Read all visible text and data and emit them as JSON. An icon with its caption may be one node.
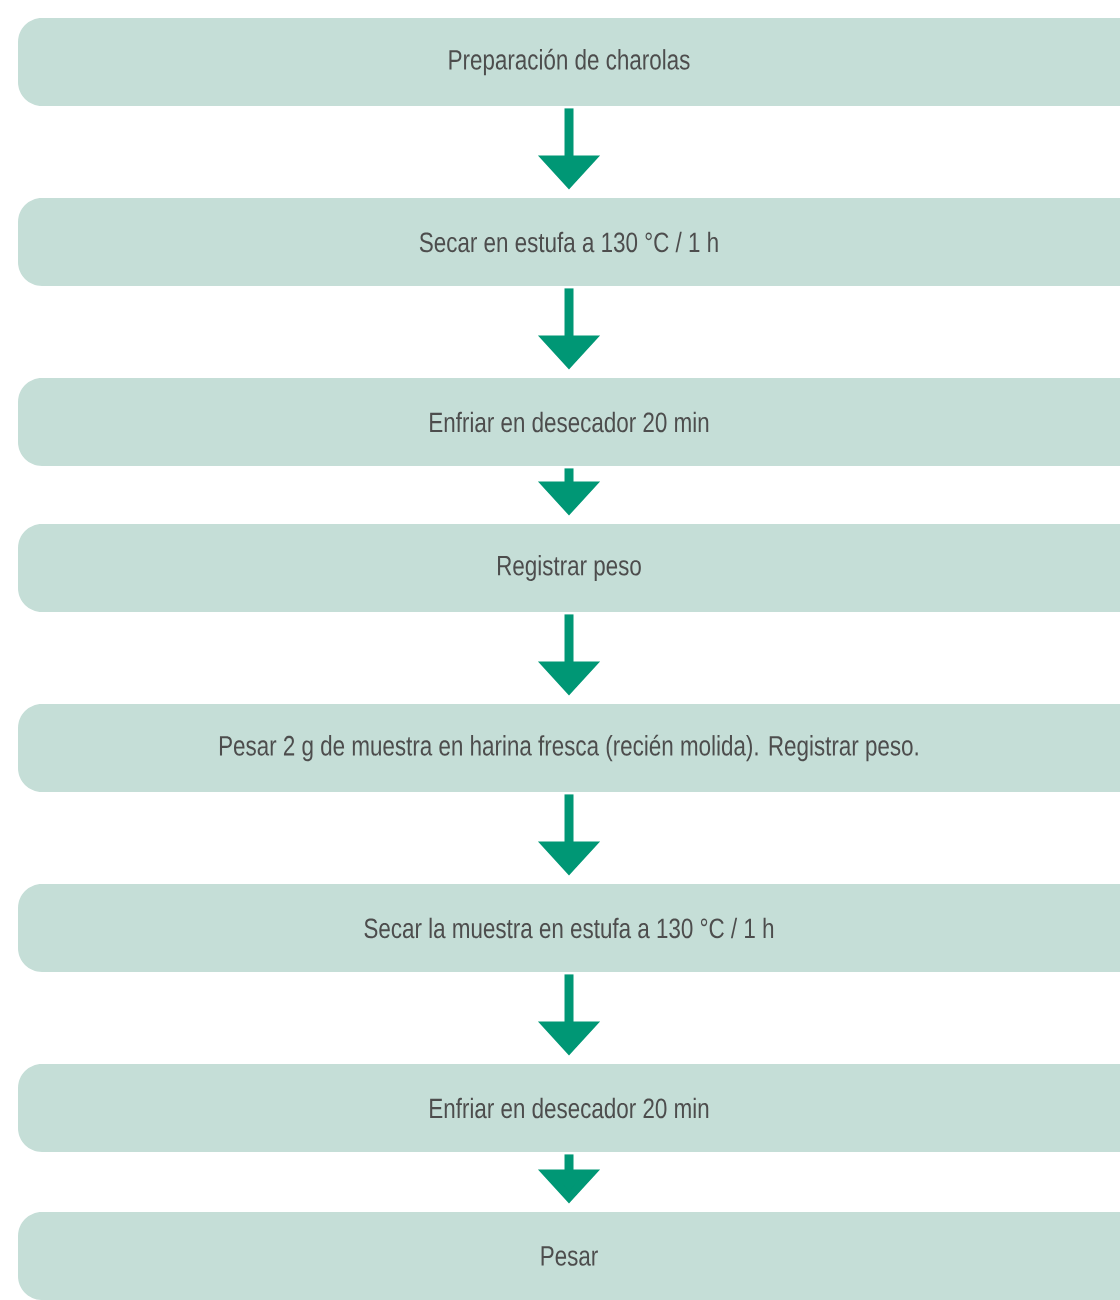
{
  "diagram": {
    "nodes": [
      {
        "text": [
          "Preparación de charolas"
        ]
      },
      {
        "text": [
          "Secar en estufa a 130 °C / 1 h"
        ]
      },
      {
        "text": [
          "Enfriar en desecador 20 min"
        ]
      },
      {
        "text": [
          "Registrar peso"
        ]
      },
      {
        "text": [
          "Pesar 2 g de muestra en harina fresca (recién molida). Registrar peso."
        ]
      },
      {
        "text": [
          "Secar la muestra en estufa a 130 °C / 1 h"
        ]
      },
      {
        "text": [
          "Enfriar en desecador 20 min"
        ]
      },
      {
        "text": [
          "Pesar"
        ]
      }
    ],
    "edges": [
      {
        "from": 0,
        "to": 1,
        "arrow": "to"
      },
      {
        "from": 1,
        "to": 2,
        "arrow": "to"
      },
      {
        "from": 2,
        "to": 3,
        "arrow": "to"
      },
      {
        "from": 3,
        "to": 4,
        "arrow": "to"
      },
      {
        "from": 4,
        "to": 5,
        "arrow": "to"
      },
      {
        "from": 5,
        "to": 6,
        "arrow": "to"
      },
      {
        "from": 6,
        "to": 7,
        "arrow": "to"
      }
    ]
  }
}
